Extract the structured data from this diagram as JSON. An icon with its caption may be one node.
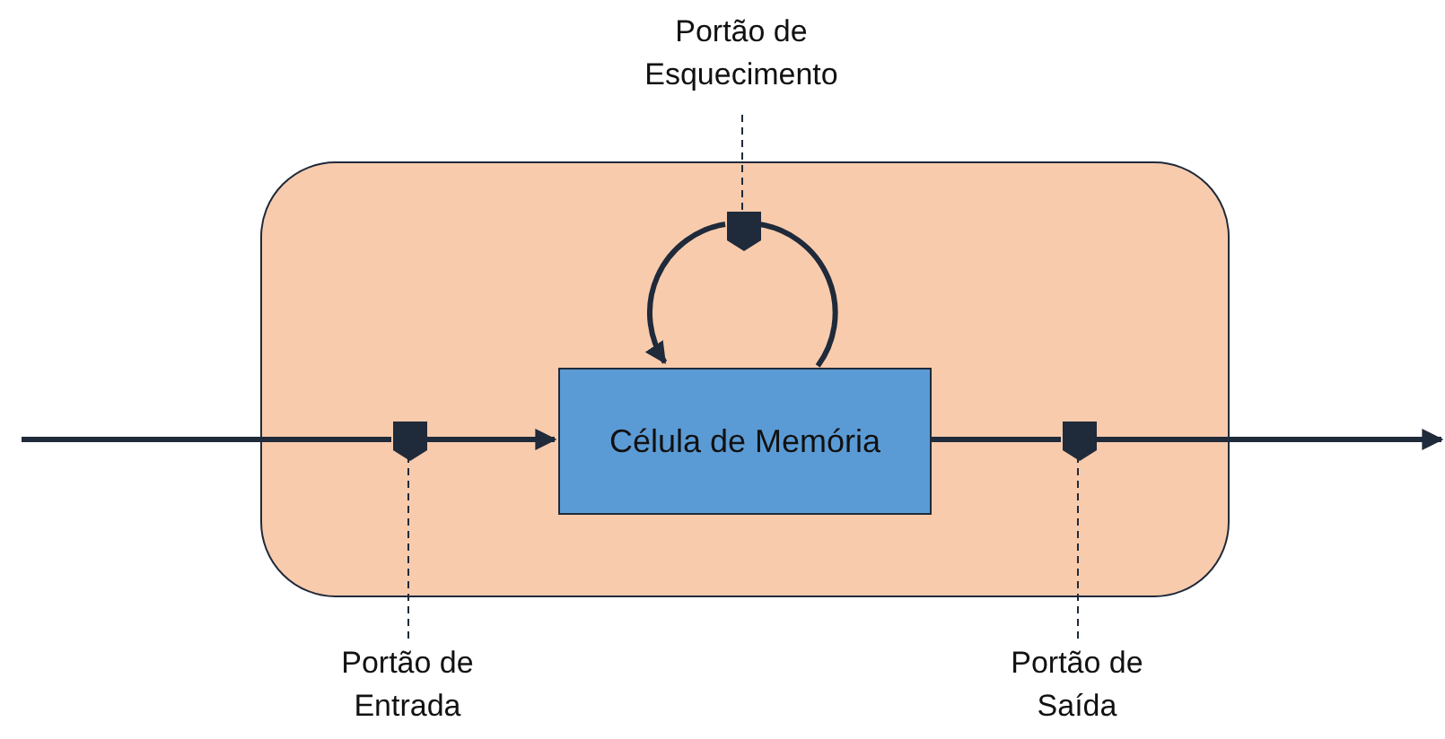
{
  "diagram": {
    "nodes": [
      {
        "text": [],
        "shape": "box"
      },
      {
        "text": [
          "Célula de Memória"
        ],
        "in": 0
      },
      {
        "text": [],
        "shape": "shield",
        "in": 0
      },
      {
        "text": [],
        "shape": "shield",
        "in": 0
      },
      {
        "text": [],
        "shape": "shield",
        "in": 0
      },
      {
        "text": [
          "Portão de Esquecimento"
        ]
      },
      {
        "text": [
          "Portão de Entrada"
        ]
      },
      {
        "text": [
          "Portão de Saída"
        ]
      }
    ],
    "edges": [
      {
        "from": null,
        "to": 3,
        "arrow": "none"
      },
      {
        "from": 3,
        "to": 1,
        "arrow": "to"
      },
      {
        "from": 1,
        "to": 4,
        "arrow": "none"
      },
      {
        "from": 4,
        "to": null,
        "arrow": "to"
      },
      {
        "from": 1,
        "to": 2,
        "arrow": "none"
      },
      {
        "from": 2,
        "to": 1,
        "arrow": "to"
      },
      {
        "from": 5,
        "to": 2,
        "arrow": "none",
        "style": "dashed"
      },
      {
        "from": 6,
        "to": 3,
        "arrow": "none",
        "style": "dashed"
      },
      {
        "from": 7,
        "to": 4,
        "arrow": "none",
        "style": "dashed"
      }
    ]
  }
}
